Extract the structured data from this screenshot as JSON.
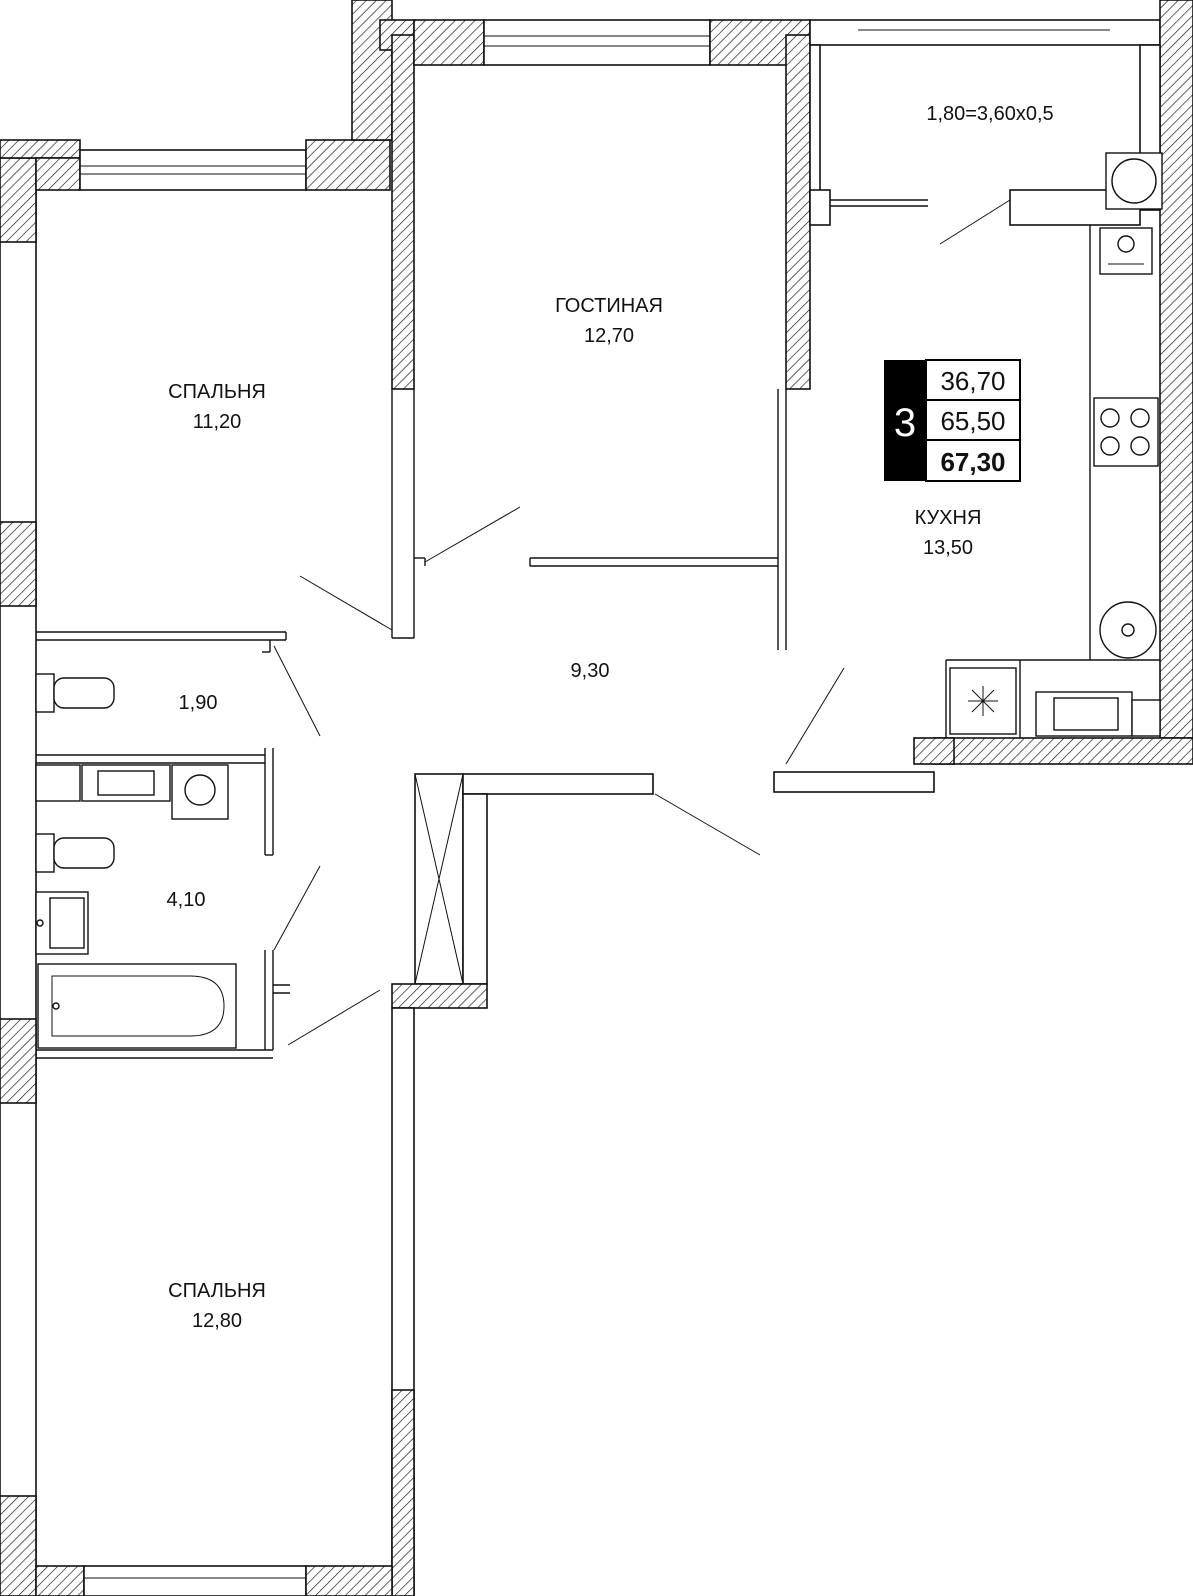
{
  "badge": {
    "rooms": "3",
    "living_area": "36,70",
    "total_area": "65,50",
    "total_with_balcony": "67,30"
  },
  "rooms": {
    "bedroom_1": {
      "name": "СПАЛЬНЯ",
      "area": "11,20"
    },
    "living_room": {
      "name": "ГОСТИНАЯ",
      "area": "12,70"
    },
    "kitchen": {
      "name": "КУХНЯ",
      "area": "13,50"
    },
    "balcony": {
      "label": "1,80=3,60x0,5"
    },
    "hall": {
      "area": "9,30"
    },
    "wc": {
      "area": "1,90"
    },
    "bathroom": {
      "area": "4,10"
    },
    "bedroom_2": {
      "name": "СПАЛЬНЯ",
      "area": "12,80"
    }
  },
  "icons": {
    "freezer": "snowflake-icon",
    "stove": "stove-icon",
    "sink": "sink-icon",
    "washer": "washing-machine-icon",
    "toilet": "toilet-icon",
    "bathtub": "bathtub-icon",
    "boiler": "boiler-icon"
  },
  "colors": {
    "line": "#111111",
    "badge": "#000000",
    "background": "#ffffff"
  }
}
